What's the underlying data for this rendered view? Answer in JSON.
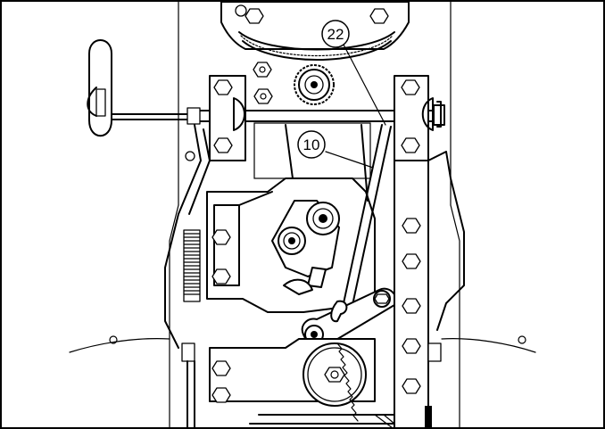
{
  "callouts": [
    {
      "id": "22",
      "label": "22"
    },
    {
      "id": "10",
      "label": "10"
    }
  ]
}
